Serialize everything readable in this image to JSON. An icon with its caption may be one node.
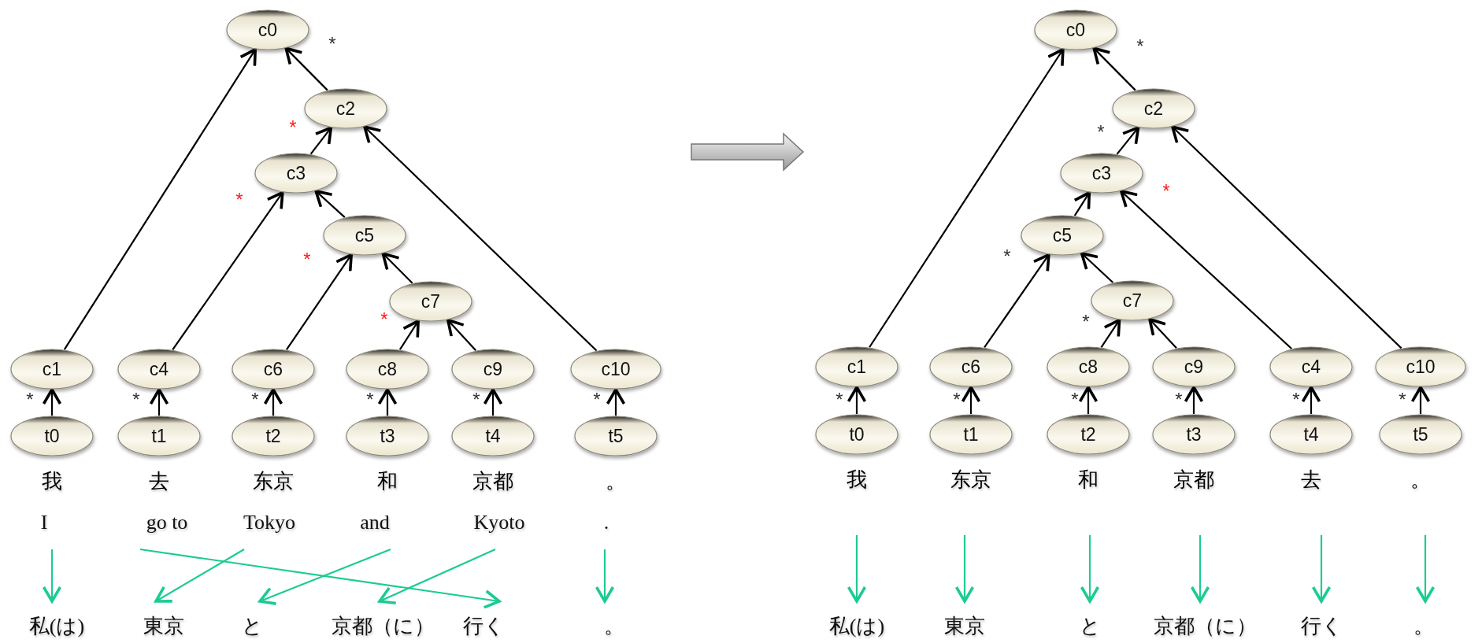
{
  "diagram": {
    "nodes": [
      {
        "text": [
          "c0"
        ]
      },
      {
        "text": [
          "c2"
        ]
      },
      {
        "text": [
          "c3"
        ]
      },
      {
        "text": [
          "c5"
        ]
      },
      {
        "text": [
          "c7"
        ]
      },
      {
        "text": [
          "c1"
        ]
      },
      {
        "text": [
          "c4"
        ]
      },
      {
        "text": [
          "c6"
        ]
      },
      {
        "text": [
          "c8"
        ]
      },
      {
        "text": [
          "c9"
        ]
      },
      {
        "text": [
          "c10"
        ]
      },
      {
        "text": [
          "t0"
        ],
        "beside": [
          "我"
        ]
      },
      {
        "text": [
          "t1"
        ],
        "beside": [
          "去"
        ]
      },
      {
        "text": [
          "t2"
        ],
        "beside": [
          "东京"
        ]
      },
      {
        "text": [
          "t3"
        ],
        "beside": [
          "和"
        ]
      },
      {
        "text": [
          "t4"
        ],
        "beside": [
          "京都"
        ]
      },
      {
        "text": [
          "t5"
        ],
        "beside": [
          "。"
        ]
      },
      {
        "text": [
          "I"
        ]
      },
      {
        "text": [
          "go to"
        ]
      },
      {
        "text": [
          "Tokyo"
        ]
      },
      {
        "text": [
          "and"
        ]
      },
      {
        "text": [
          "Kyoto"
        ]
      },
      {
        "text": [
          "."
        ]
      },
      {
        "text": [
          "私(は)"
        ]
      },
      {
        "text": [
          "東京"
        ]
      },
      {
        "text": [
          "と"
        ]
      },
      {
        "text": [
          "京都（に）"
        ]
      },
      {
        "text": [
          "行く"
        ]
      },
      {
        "text": [
          "。"
        ]
      },
      {
        "text": [
          "c0"
        ]
      },
      {
        "text": [
          "c2"
        ]
      },
      {
        "text": [
          "c3"
        ]
      },
      {
        "text": [
          "c5"
        ]
      },
      {
        "text": [
          "c7"
        ]
      },
      {
        "text": [
          "c1"
        ]
      },
      {
        "text": [
          "c6"
        ]
      },
      {
        "text": [
          "c8"
        ]
      },
      {
        "text": [
          "c9"
        ]
      },
      {
        "text": [
          "c4"
        ]
      },
      {
        "text": [
          "c10"
        ]
      },
      {
        "text": [
          "t0"
        ],
        "beside": [
          "我"
        ]
      },
      {
        "text": [
          "t1"
        ],
        "beside": [
          "东京"
        ]
      },
      {
        "text": [
          "t2"
        ],
        "beside": [
          "和"
        ]
      },
      {
        "text": [
          "t3"
        ],
        "beside": [
          "京都"
        ]
      },
      {
        "text": [
          "t4"
        ],
        "beside": [
          "去"
        ]
      },
      {
        "text": [
          "t5"
        ],
        "beside": [
          "。"
        ]
      },
      {
        "text": [
          "私(は)"
        ]
      },
      {
        "text": [
          "東京"
        ]
      },
      {
        "text": [
          "と"
        ]
      },
      {
        "text": [
          "京都（に）"
        ]
      },
      {
        "text": [
          "行く"
        ]
      },
      {
        "text": [
          "。"
        ]
      }
    ],
    "edges": [
      {
        "from": 5,
        "to": 0,
        "arrow": "to"
      },
      {
        "from": 1,
        "to": 0,
        "arrow": "to",
        "label": "*"
      },
      {
        "from": 2,
        "to": 1,
        "arrow": "to",
        "label": "*"
      },
      {
        "from": 3,
        "to": 2,
        "arrow": "to"
      },
      {
        "from": 6,
        "to": 2,
        "arrow": "to",
        "label": "*"
      },
      {
        "from": 7,
        "to": 3,
        "arrow": "to",
        "label": "*"
      },
      {
        "from": 4,
        "to": 3,
        "arrow": "to"
      },
      {
        "from": 8,
        "to": 4,
        "arrow": "to",
        "label": "*"
      },
      {
        "from": 9,
        "to": 4,
        "arrow": "to"
      },
      {
        "from": 10,
        "to": 1,
        "arrow": "to"
      },
      {
        "from": 11,
        "to": 5,
        "arrow": "to",
        "label": "*"
      },
      {
        "from": 12,
        "to": 6,
        "arrow": "to",
        "label": "*"
      },
      {
        "from": 13,
        "to": 7,
        "arrow": "to",
        "label": "*"
      },
      {
        "from": 14,
        "to": 8,
        "arrow": "to",
        "label": "*"
      },
      {
        "from": 15,
        "to": 9,
        "arrow": "to",
        "label": "*"
      },
      {
        "from": 16,
        "to": 10,
        "arrow": "to",
        "label": "*"
      },
      {
        "from": 17,
        "to": 23,
        "arrow": "to",
        "color": "#1ccb94"
      },
      {
        "from": 18,
        "to": 27,
        "arrow": "to",
        "color": "#1ccb94"
      },
      {
        "from": 19,
        "to": 24,
        "arrow": "to",
        "color": "#1ccb94"
      },
      {
        "from": 20,
        "to": 25,
        "arrow": "to",
        "color": "#1ccb94"
      },
      {
        "from": 21,
        "to": 26,
        "arrow": "to",
        "color": "#1ccb94"
      },
      {
        "from": 22,
        "to": 28,
        "arrow": "to",
        "color": "#1ccb94"
      },
      {
        "from": 34,
        "to": 29,
        "arrow": "to"
      },
      {
        "from": 30,
        "to": 29,
        "arrow": "to",
        "label": "*"
      },
      {
        "from": 31,
        "to": 30,
        "arrow": "to",
        "label": "*"
      },
      {
        "from": 32,
        "to": 31,
        "arrow": "to"
      },
      {
        "from": 38,
        "to": 31,
        "arrow": "to",
        "label": "*"
      },
      {
        "from": 35,
        "to": 32,
        "arrow": "to",
        "label": "*"
      },
      {
        "from": 33,
        "to": 32,
        "arrow": "to"
      },
      {
        "from": 36,
        "to": 33,
        "arrow": "to",
        "label": "*"
      },
      {
        "from": 37,
        "to": 33,
        "arrow": "to"
      },
      {
        "from": 39,
        "to": 30,
        "arrow": "to"
      },
      {
        "from": 40,
        "to": 34,
        "arrow": "to",
        "label": "*"
      },
      {
        "from": 41,
        "to": 35,
        "arrow": "to",
        "label": "*"
      },
      {
        "from": 42,
        "to": 36,
        "arrow": "to",
        "label": "*"
      },
      {
        "from": 43,
        "to": 37,
        "arrow": "to",
        "label": "*"
      },
      {
        "from": 44,
        "to": 38,
        "arrow": "to",
        "label": "*"
      },
      {
        "from": 45,
        "to": 39,
        "arrow": "to",
        "label": "*"
      },
      {
        "from": null,
        "to": 46,
        "arrow": "to",
        "color": "#1ccb94"
      },
      {
        "from": null,
        "to": 47,
        "arrow": "to",
        "color": "#1ccb94"
      },
      {
        "from": null,
        "to": 48,
        "arrow": "to",
        "color": "#1ccb94"
      },
      {
        "from": null,
        "to": 49,
        "arrow": "to",
        "color": "#1ccb94"
      },
      {
        "from": null,
        "to": 50,
        "arrow": "to",
        "color": "#1ccb94"
      },
      {
        "from": null,
        "to": 51,
        "arrow": "to",
        "color": "#1ccb94"
      }
    ]
  }
}
